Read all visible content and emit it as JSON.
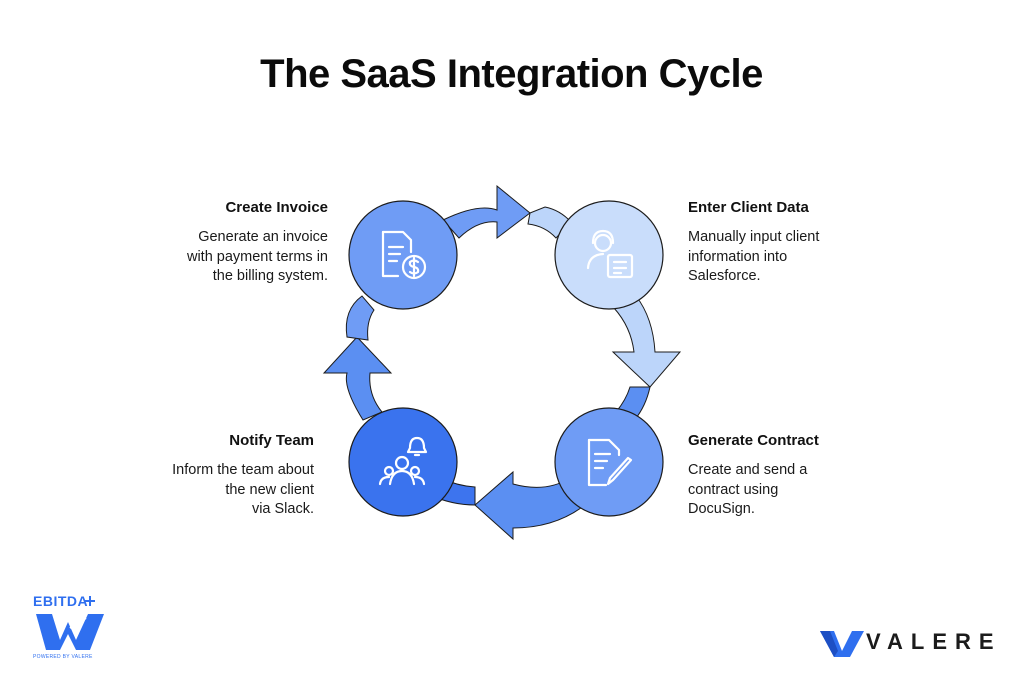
{
  "title": "The SaaS Integration Cycle",
  "steps": {
    "create_invoice": {
      "title": "Create Invoice",
      "description": "Generate an invoice\nwith payment terms in\nthe billing system.",
      "icon": "invoice-dollar-icon"
    },
    "enter_client_data": {
      "title": "Enter Client Data",
      "description": "Manually input client\ninformation into\nSalesforce.",
      "icon": "user-form-icon"
    },
    "generate_contract": {
      "title": "Generate Contract",
      "description": "Create and send a\ncontract using\nDocuSign.",
      "icon": "document-pen-icon"
    },
    "notify_team": {
      "title": "Notify Team",
      "description": "Inform the team about\nthe new client\nvia Slack.",
      "icon": "team-bell-icon"
    }
  },
  "colors": {
    "node_light": "#c9ddfb",
    "node_mid": "#6f9cf5",
    "node_dark": "#3a73ee",
    "arrow_light": "#bcd5fa",
    "arrow_mid": "#5b8ff2",
    "arrow_dark": "#3d74ee",
    "stroke": "#1c1c1c"
  },
  "brands": {
    "left_wordmark": "EBITDA",
    "left_tagline": "POWERED BY VALERE",
    "right_wordmark": "VALERE"
  }
}
